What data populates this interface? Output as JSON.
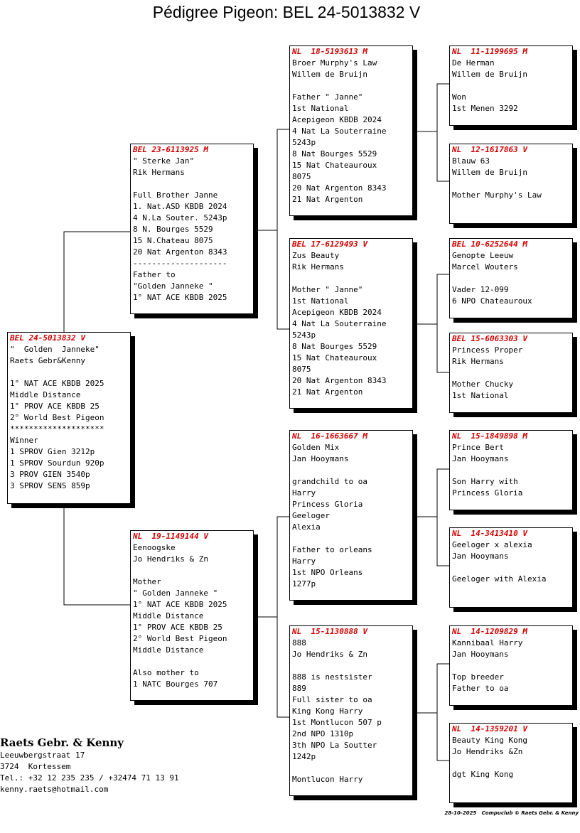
{
  "title": "Pédigree Pigeon: BEL 24-5013832 V",
  "accent_color": "#d40000",
  "pigeons": {
    "subject": {
      "ring": "BEL 24-5013832 V",
      "lines": [
        "\"  Golden  Janneke\"",
        "Raets Gebr&Kenny",
        "",
        "1° NAT ACE KBDB 2025",
        "Middle Distance",
        "1° PROV ACE KBDB 25",
        "2° World Best Pigeon",
        "********************",
        "Winner",
        "1 SPROV Gien 3212p",
        "1 SPROV Sourdun 920p",
        "3 PROV GIEN 3540p",
        "3 SPROV SENS 859p"
      ]
    },
    "sire": {
      "ring": "BEL 23-6113925 M",
      "lines": [
        "\" Sterke Jan\"",
        "Rik Hermans",
        "",
        "Full Brother Janne",
        "1. Nat.ASD KBDB 2024",
        "4 N.La Souter. 5243p",
        "8 N. Bourges 5529",
        "15 N.Chateau 8075",
        "20 Nat Argenton 8343",
        "--------------------",
        "Father to",
        "\"Golden Janneke \"",
        "1° NAT ACE KBDB 2025"
      ]
    },
    "dam": {
      "ring": "NL  19-1149144 V",
      "lines": [
        "Eenoogske",
        "Jo Hendriks & Zn",
        "",
        "Mother",
        "\" Golden Janneke \"",
        "1° NAT ACE KBDB 2025",
        "Middle Distance",
        "1° PROV ACE KBDB 25",
        "2° World Best Pigeon",
        "Middle Distance",
        "",
        "Also mother to",
        "1 NATC Bourges 707"
      ]
    },
    "ss": {
      "ring": "NL  18-5193613 M",
      "lines": [
        "Broer Murphy's Law",
        "Willem de Bruijn",
        "",
        "Father \" Janne\"",
        "1st National",
        "Acepigeon KBDB 2024",
        "4 Nat La Souterraine",
        "5243p",
        "8 Nat Bourges 5529",
        "15 Nat Chateauroux",
        "8075",
        "20 Nat Argenton 8343",
        "21 Nat Argenton"
      ]
    },
    "sd": {
      "ring": "BEL 17-6129493 V",
      "lines": [
        "Zus Beauty",
        "Rik Hermans",
        "",
        "Mother \" Janne\"",
        "1st National",
        "Acepigeon KBDB 2024",
        "4 Nat La Souterraine",
        "5243p",
        "8 Nat Bourges 5529",
        "15 Nat Chateauroux",
        "8075",
        "20 Nat Argenton 8343",
        "21 Nat Argenton"
      ]
    },
    "ds": {
      "ring": "NL  16-1663667 M",
      "lines": [
        "Golden Mix",
        "Jan Hooymans",
        "",
        "grandchild to oa",
        "Harry",
        "Princess Gloria",
        "Geeloger",
        "Alexia",
        "",
        "Father to orleans",
        "Harry",
        "1st NPO Orleans",
        "1277p"
      ]
    },
    "dd": {
      "ring": "NL  15-1130888 V",
      "lines": [
        "888",
        "Jo Hendriks & Zn",
        "",
        "888 is nestsister",
        "889",
        "Full sister to oa",
        "King Kong Harry",
        "1st Montlucon 507 p",
        "2nd NPO 1310p",
        "3th NPO La Soutter",
        "1242p",
        "",
        "Montlucon Harry"
      ]
    },
    "sss": {
      "ring": "NL  11-1199695 M",
      "lines": [
        "De Herman",
        "Willem de Bruijn",
        "",
        "Won",
        "1st Menen 3292"
      ]
    },
    "ssd": {
      "ring": "NL  12-1617863 V",
      "lines": [
        "Blauw 63",
        "Willem de Bruijn",
        "",
        "Mother Murphy's Law"
      ]
    },
    "sds": {
      "ring": "BEL 10-6252644 M",
      "lines": [
        "Genopte Leeuw",
        "Marcel Wouters",
        "",
        "Vader 12-099",
        "6 NPO Chateauroux"
      ]
    },
    "sdd": {
      "ring": "BEL 15-6063303 V",
      "lines": [
        "Princess Proper",
        "Rik Hermans",
        "",
        "Mother Chucky",
        "1st National"
      ]
    },
    "dss": {
      "ring": "NL  15-1849898 M",
      "lines": [
        "Prince Bert",
        "Jan Hooymans",
        "",
        "Son Harry with",
        "Princess Gloria"
      ]
    },
    "dsd": {
      "ring": "NL  14-3413410 V",
      "lines": [
        "Geeloger x alexia",
        "Jan Hooymans",
        "",
        "Geeloger with Alexia"
      ]
    },
    "dds": {
      "ring": "NL  14-1209829 M",
      "lines": [
        "Kannibaal Harry",
        "Jan Hooymans",
        "",
        "Top breeder",
        "Father to oa"
      ]
    },
    "ddd": {
      "ring": "NL  14-1359201 V",
      "lines": [
        "Beauty King Kong",
        "Jo Hendriks &Zn",
        "",
        "dgt King Kong"
      ]
    }
  },
  "owner": {
    "name": "Raets Gebr. & Kenny",
    "street": "Leeuwbergstraat 17",
    "city": "3724  Kortessem",
    "phone": "Tel.: +32 12 235 235 / +32474 71 13 91",
    "email": "kenny.raets@hotmail.com"
  },
  "footer": "28-10-2025   Compuclub © Raets Gebr. & Kenny"
}
